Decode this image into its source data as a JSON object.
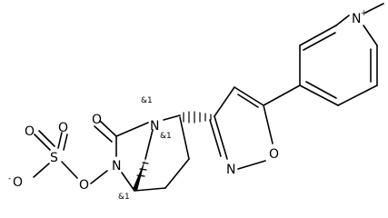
{
  "atoms": {
    "n_pyridinium": "N",
    "n_pyridinium_charge": "+",
    "o_isoxazole": "O",
    "n_isoxazole": "N",
    "o_carbonyl": "O",
    "n_bridge": "N",
    "n_amide": "N",
    "o_linker": "O",
    "s_sulfate": "S",
    "o_sulfate_1": "O",
    "o_sulfate_2": "O",
    "o_sulfate_anion": "O",
    "o_sulfate_anion_charge": "-"
  },
  "stereo_labels": {
    "n_bridge": "&1",
    "c_isoxazolyl": "&1",
    "c_bridgehead": "&1"
  },
  "colors": {
    "bond": "#000000",
    "text": "#000000",
    "background": "#ffffff"
  }
}
